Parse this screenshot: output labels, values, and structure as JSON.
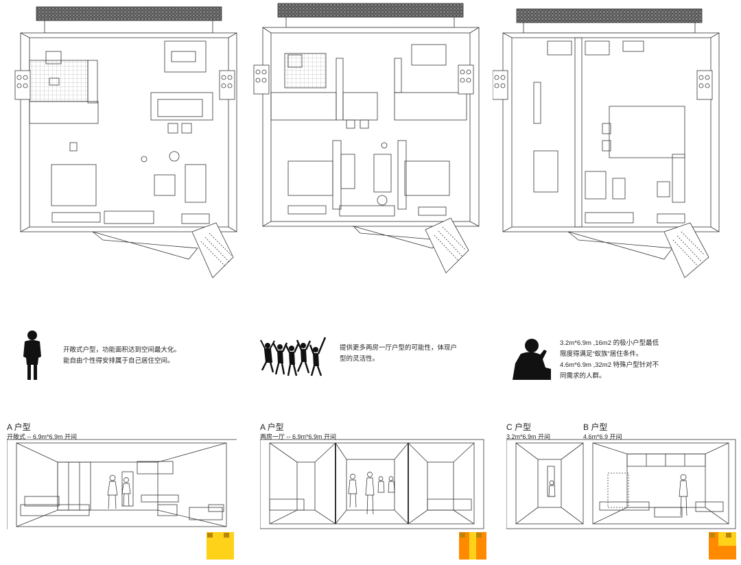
{
  "descriptions": {
    "a_open": [
      "开敞式户型，功能面积达到空间最大化。",
      "能自由个性得安排属于自己居住空间。"
    ],
    "a_two_room": [
      "提供更多两房一厅户型的可能性，体现户",
      "型的灵活性。"
    ],
    "c_b": [
      "3.2m*6.9m ,16m2 的极小户型最低",
      "限度得满足“蚁族”居住条件。",
      "4.6m*6.9m ,32m2 特殊户型针对不",
      "同需求的人群。"
    ]
  },
  "sections": {
    "s1": {
      "title": "A 户型",
      "subtitle": "开敞式 -- 6.9m*6.9m 开间"
    },
    "s2": {
      "title": "A 户型",
      "subtitle": "两房一厅 -- 6.9m*6.9m 开间"
    },
    "s3": {
      "title": "C 户型",
      "subtitle": "3.2m*6.9m 开间"
    },
    "s4": {
      "title": "B 户型",
      "subtitle": "4.6m*6.9 开间"
    }
  },
  "colors": {
    "tile_yellow": "#ffd21a",
    "tile_orange": "#ff8a00",
    "tile_dark": "#b8860b"
  }
}
